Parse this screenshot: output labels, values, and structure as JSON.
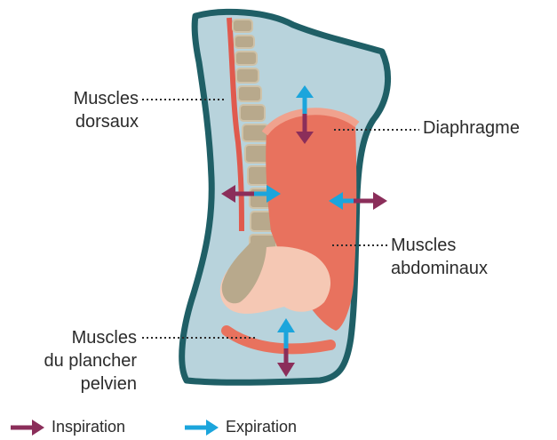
{
  "labels": {
    "muscles_dorsaux": [
      "Muscles",
      "dorsaux"
    ],
    "diaphragme": [
      "Diaphragme"
    ],
    "muscles_abdominaux": [
      "Muscles",
      "abdominaux"
    ],
    "muscles_plancher_pelvien": [
      "Muscles",
      "du plancher",
      "pelvien"
    ]
  },
  "legend": {
    "inspiration": "Inspiration",
    "expiration": "Expiration"
  },
  "colors": {
    "inspiration": "#8b2e5a",
    "expiration": "#1ba5dc",
    "body_fill": "#b8d3dc",
    "body_outline": "#1f5f66",
    "muscle": "#e8725e",
    "bone": "#b8a98c",
    "pelvic": "#f5c8b4"
  }
}
